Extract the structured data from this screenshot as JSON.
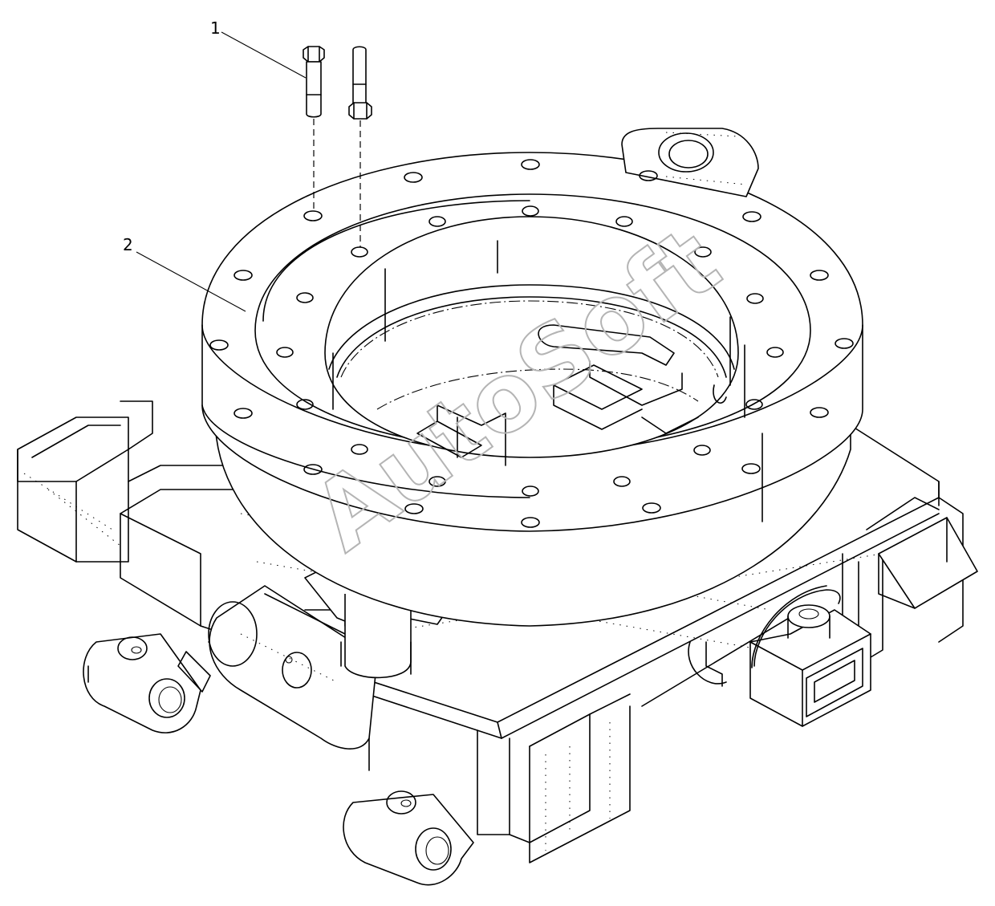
{
  "callouts": [
    {
      "id": "1",
      "label": "1"
    },
    {
      "id": "2",
      "label": "2"
    }
  ],
  "watermark": "AutoSoft",
  "colors": {
    "line": "#000000",
    "background": "#ffffff",
    "watermark": "#b4b4b4"
  }
}
